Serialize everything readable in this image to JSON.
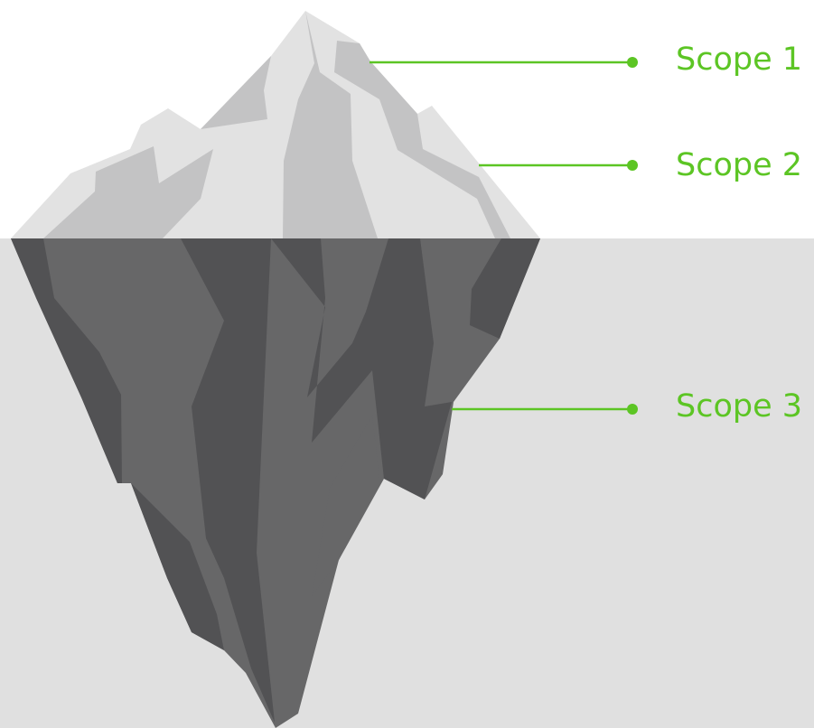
{
  "diagram": {
    "accent_color": "#5cc524",
    "labels": [
      {
        "id": "scope-1",
        "text": "Scope 1"
      },
      {
        "id": "scope-2",
        "text": "Scope 2"
      },
      {
        "id": "scope-3",
        "text": "Scope 3"
      }
    ]
  }
}
